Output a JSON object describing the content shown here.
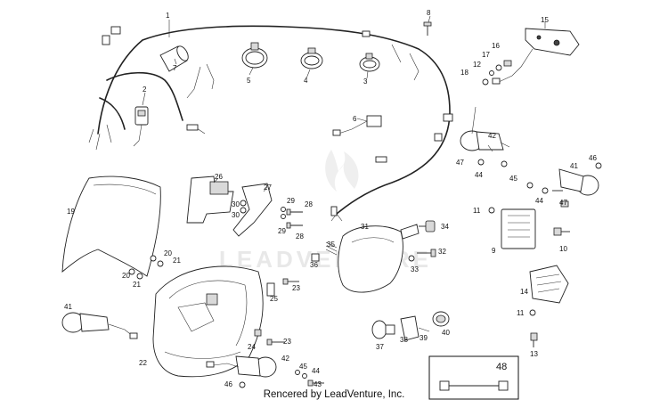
{
  "watermark": "LEADVENTURE",
  "credit": "Rencered by LeadVenture, Inc.",
  "inset_label": "48",
  "callouts": {
    "c1": "1",
    "c2": "2",
    "c3": "3",
    "c4": "4",
    "c5": "5",
    "c6": "6",
    "c7": "7",
    "c8": "8",
    "c9": "9",
    "c10": "10",
    "c11a": "11",
    "c11b": "11",
    "c12": "12",
    "c13": "13",
    "c14": "14",
    "c15": "15",
    "c16": "16",
    "c17": "17",
    "c18": "18",
    "c19": "19",
    "c20a": "20",
    "c20b": "20",
    "c21a": "21",
    "c21b": "21",
    "c22": "22",
    "c23a": "23",
    "c23b": "23",
    "c24": "24",
    "c25": "25",
    "c26": "26",
    "c27": "27",
    "c28a": "28",
    "c28b": "28",
    "c29a": "29",
    "c29b": "29",
    "c30a": "30",
    "c30b": "30",
    "c31": "31",
    "c32": "32",
    "c33": "33",
    "c34": "34",
    "c35": "35",
    "c36": "36",
    "c37": "37",
    "c38": "38",
    "c39": "39",
    "c40": "40",
    "c41a": "41",
    "c41b": "41",
    "c42a": "42",
    "c42b": "42",
    "c43": "43",
    "c44a": "44",
    "c44b": "44",
    "c44c": "44",
    "c45a": "45",
    "c45b": "45",
    "c46a": "46",
    "c46b": "46",
    "c47a": "47",
    "c47b": "47"
  }
}
